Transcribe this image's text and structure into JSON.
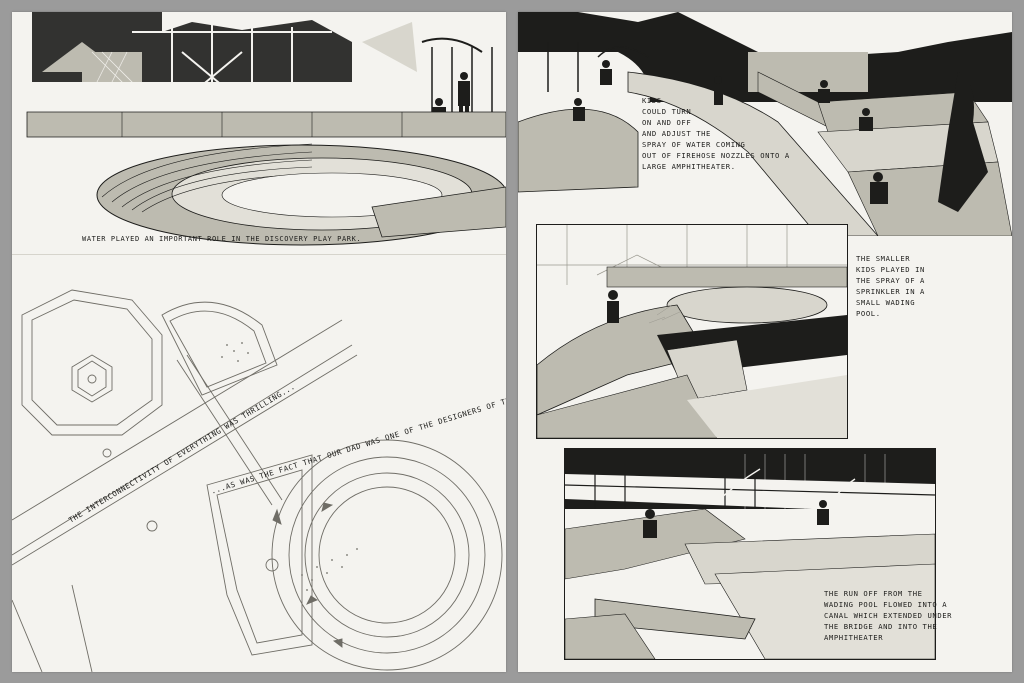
{
  "pages": {
    "left": {
      "panel1": {
        "caption": "Water played an important role in the Discovery Play Park."
      },
      "panel2": {
        "caption_a": "The interconnectivity of everything was thrilling...",
        "caption_b": "...as was the fact that our dad was one of the designers of this exciting place."
      }
    },
    "right": {
      "panel1": {
        "caption": "Kids\ncould turn\non and off\nand adjust the\nspray of water coming\nout of firehose nozzles onto a\nlarge amphitheater."
      },
      "panel2": {
        "caption": "The smaller\nkids played in\nthe spray of a\nsprinkler in a\nsmall wading\npool."
      },
      "panel3": {
        "caption": "The run off from the\nwading pool flowed into a\ncanal which extended under\nthe bridge and into the\namphitheater"
      }
    }
  },
  "colors": {
    "ink": "#1d1d1b",
    "wash": "#bdbbb0",
    "paper": "#f4f3ef",
    "mount": "#9b9b9b"
  }
}
